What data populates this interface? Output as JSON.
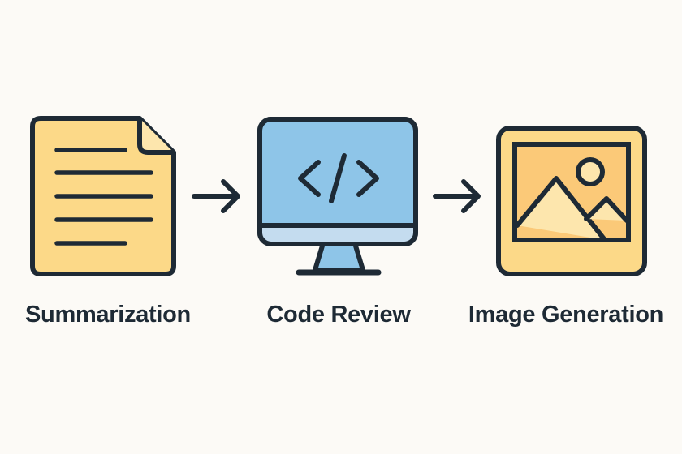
{
  "steps": [
    {
      "label": "Summarization",
      "icon": "document-icon",
      "fill": "#fcd988"
    },
    {
      "label": "Code Review",
      "icon": "computer-code-icon",
      "fill": "#8ec5e8"
    },
    {
      "label": "Image Generation",
      "icon": "image-icon",
      "fill": "#fcd988"
    }
  ],
  "connectors": [
    {
      "from": "Summarization",
      "to": "Code Review",
      "icon": "arrow-right-icon"
    },
    {
      "from": "Code Review",
      "to": "Image Generation",
      "icon": "arrow-right-icon"
    }
  ],
  "colors": {
    "outline": "#1e2a35",
    "background": "#fcfaf6",
    "yellow": "#fcd988",
    "yellow_light": "#fde6ad",
    "blue": "#8ec5e8",
    "blue_light": "#c4dcef"
  }
}
